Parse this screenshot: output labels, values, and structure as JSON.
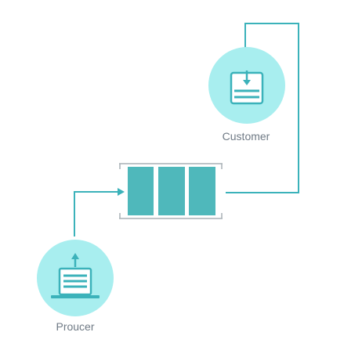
{
  "diagram": {
    "customer_label": "Customer",
    "producer_label": "Proucer",
    "queue_slot_count": 3,
    "colors": {
      "circle": "#a8eeef",
      "accent": "#3bb2ba",
      "queue_fill": "#4fb8bb",
      "icon_fill": "#ffffff",
      "label_text": "#6f7a85"
    },
    "icons": {
      "customer": "inbox-download-icon",
      "producer": "laptop-upload-icon"
    }
  }
}
